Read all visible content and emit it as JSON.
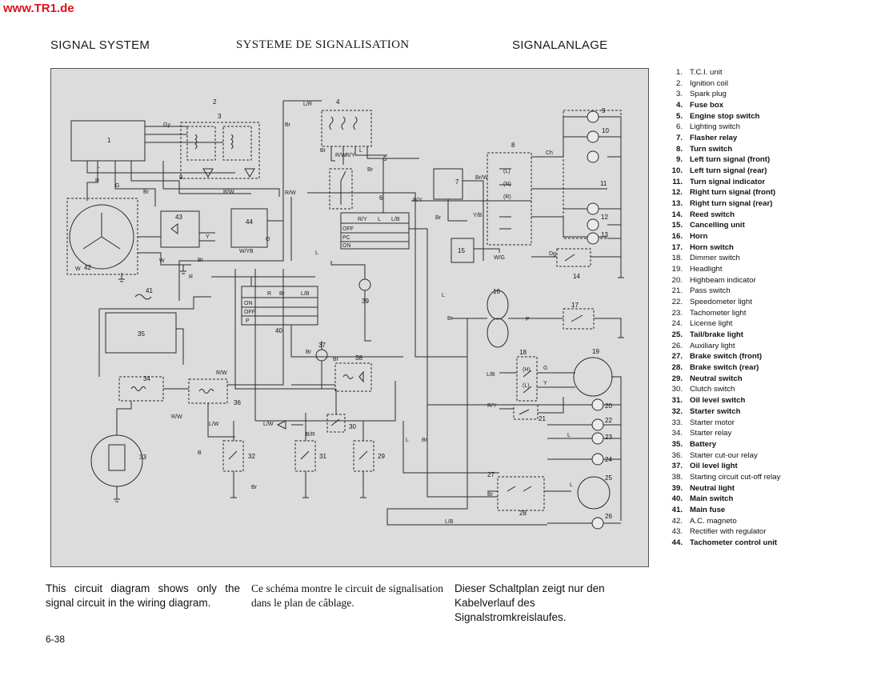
{
  "watermark": "www.TR1.de",
  "headers": {
    "english": "SIGNAL SYSTEM",
    "french": "SYSTEME DE SIGNALISATION",
    "german": "SIGNALANLAGE"
  },
  "legend": [
    {
      "num": "1.",
      "label": "T.C.I. unit",
      "bold": false
    },
    {
      "num": "2.",
      "label": "Ignition coil",
      "bold": false
    },
    {
      "num": "3.",
      "label": "Spark plug",
      "bold": false
    },
    {
      "num": "4.",
      "label": "Fuse box",
      "bold": true
    },
    {
      "num": "5.",
      "label": "Engine stop switch",
      "bold": true
    },
    {
      "num": "6.",
      "label": "Lighting switch",
      "bold": false
    },
    {
      "num": "7.",
      "label": "Flasher relay",
      "bold": true
    },
    {
      "num": "8.",
      "label": "Turn switch",
      "bold": true
    },
    {
      "num": "9.",
      "label": "Left turn signal (front)",
      "bold": true
    },
    {
      "num": "10.",
      "label": "Left turn signal (rear)",
      "bold": true
    },
    {
      "num": "11.",
      "label": "Turn signal indicator",
      "bold": true
    },
    {
      "num": "12.",
      "label": "Right turn signal (front)",
      "bold": true
    },
    {
      "num": "13.",
      "label": "Right turn signal (rear)",
      "bold": true
    },
    {
      "num": "14.",
      "label": "Reed switch",
      "bold": true
    },
    {
      "num": "15.",
      "label": "Cancelling unit",
      "bold": true
    },
    {
      "num": "16.",
      "label": "Horn",
      "bold": true
    },
    {
      "num": "17.",
      "label": "Horn switch",
      "bold": true
    },
    {
      "num": "18.",
      "label": "Dimmer switch",
      "bold": false
    },
    {
      "num": "19.",
      "label": "Headlight",
      "bold": false
    },
    {
      "num": "20.",
      "label": "Highbeam indicator",
      "bold": false
    },
    {
      "num": "21.",
      "label": "Pass switch",
      "bold": false
    },
    {
      "num": "22.",
      "label": "Speedometer light",
      "bold": false
    },
    {
      "num": "23.",
      "label": "Tachometer light",
      "bold": false
    },
    {
      "num": "24.",
      "label": "License light",
      "bold": false
    },
    {
      "num": "25.",
      "label": "Tail/brake light",
      "bold": true
    },
    {
      "num": "26.",
      "label": "Auxiliary light",
      "bold": false
    },
    {
      "num": "27.",
      "label": "Brake switch (front)",
      "bold": true
    },
    {
      "num": "28.",
      "label": "Brake switch (rear)",
      "bold": true
    },
    {
      "num": "29.",
      "label": "Neutral switch",
      "bold": true
    },
    {
      "num": "30.",
      "label": "Clutch switch",
      "bold": false
    },
    {
      "num": "31.",
      "label": "Oil level switch",
      "bold": true
    },
    {
      "num": "32.",
      "label": "Starter switch",
      "bold": true
    },
    {
      "num": "33.",
      "label": "Starter motor",
      "bold": false
    },
    {
      "num": "34.",
      "label": "Starter relay",
      "bold": false
    },
    {
      "num": "35.",
      "label": "Battery",
      "bold": true
    },
    {
      "num": "36.",
      "label": "Starter cut-our relay",
      "bold": false
    },
    {
      "num": "37.",
      "label": "Oil level light",
      "bold": true
    },
    {
      "num": "38.",
      "label": "Starting circuit cut-off relay",
      "bold": false
    },
    {
      "num": "39.",
      "label": "Neutral light",
      "bold": true
    },
    {
      "num": "40.",
      "label": "Main switch",
      "bold": true
    },
    {
      "num": "41.",
      "label": "Main fuse",
      "bold": true
    },
    {
      "num": "42.",
      "label": "A.C. magneto",
      "bold": false
    },
    {
      "num": "43.",
      "label": "Rectifier with regulator",
      "bold": false
    },
    {
      "num": "44.",
      "label": "Tachometer control unit",
      "bold": true
    }
  ],
  "captions": {
    "english": "This circuit diagram shows only the signal circuit in the wiring diagram.",
    "french": "Ce schéma montre le circuit de signalisation dans le plan de câblage.",
    "german": "Dieser Schaltplan zeigt nur den Kabelverlauf des Signalstromkreislaufes."
  },
  "page_number": "6-38",
  "diagram": {
    "wire_labels": {
      "lr_top": "L/R",
      "gy": "Gy",
      "br_a": "Br",
      "br_b": "Br",
      "l_a": "L",
      "r_a": "R",
      "g_a": "G",
      "br_c": "Br",
      "b_a": "B",
      "rw_a": "R/W",
      "rw_b": "R/W",
      "rw_fuse": "R/W",
      "ry_fuse": "R/Y",
      "l_fuse": "L",
      "br_fuse": "Br",
      "ry_a": "R/Y",
      "brw": "Br/W",
      "yb": "Y/B",
      "br_d": "Br",
      "ch": "Ch",
      "wg": "W/G",
      "dg": "Dg",
      "y_a": "Y",
      "w_a": "W",
      "w_b": "W",
      "br_e": "Br",
      "r_b": "R",
      "wy": "W/Y",
      "bb": "B",
      "o_a": "O",
      "br_f": "Br",
      "l_b": "L",
      "br_g": "Br",
      "rw_c": "R/W",
      "rw_d": "R/W",
      "lw_a": "L/W",
      "lw_b": "L/W",
      "br_h": "B/R",
      "b_b": "B",
      "lb_a": "L/B",
      "ry_b": "R/Y",
      "g_b": "G",
      "y_b": "Y",
      "l_c": "L",
      "br_i": "Br",
      "l_d": "L",
      "br_j": "Br",
      "lb_b": "L/B",
      "p_a": "P",
      "br_k": "Br",
      "l_e": "L",
      "l_f": "L",
      "br_l": "Br"
    },
    "switch_positions": {
      "on": "ON",
      "off": "OFF",
      "pc": "PC",
      "p": "P"
    },
    "switch_columns": {
      "ry": "R/Y",
      "l": "L",
      "lb": "L/B",
      "r": "R",
      "br": "Br",
      "lb2": "L/B"
    },
    "turn_labels": {
      "left": "(L)",
      "neutral": "(N)",
      "right": "(R)",
      "hi": "(H)",
      "lo": "(L)"
    },
    "components": {
      "c1": "1",
      "c2": "2",
      "c3": "3",
      "c4": "4",
      "c5": "5",
      "c6": "6",
      "c7": "7",
      "c8": "8",
      "c9": "9",
      "c10": "10",
      "c11": "11",
      "c12": "12",
      "c13": "13",
      "c14": "14",
      "c15": "15",
      "c16": "16",
      "c17": "17",
      "c18": "18",
      "c19": "19",
      "c20": "20",
      "c21": "21",
      "c22": "22",
      "c23": "23",
      "c24": "24",
      "c25": "25",
      "c26": "26",
      "c27": "27",
      "c28": "28",
      "c29": "29",
      "c30": "30",
      "c31": "31",
      "c32": "32",
      "c33": "33",
      "c34": "34",
      "c35": "35",
      "c36": "36",
      "c37": "37",
      "c38": "38",
      "c39": "39",
      "c40": "40",
      "c41": "41",
      "c42": "42",
      "c43": "43",
      "c44": "44"
    }
  }
}
